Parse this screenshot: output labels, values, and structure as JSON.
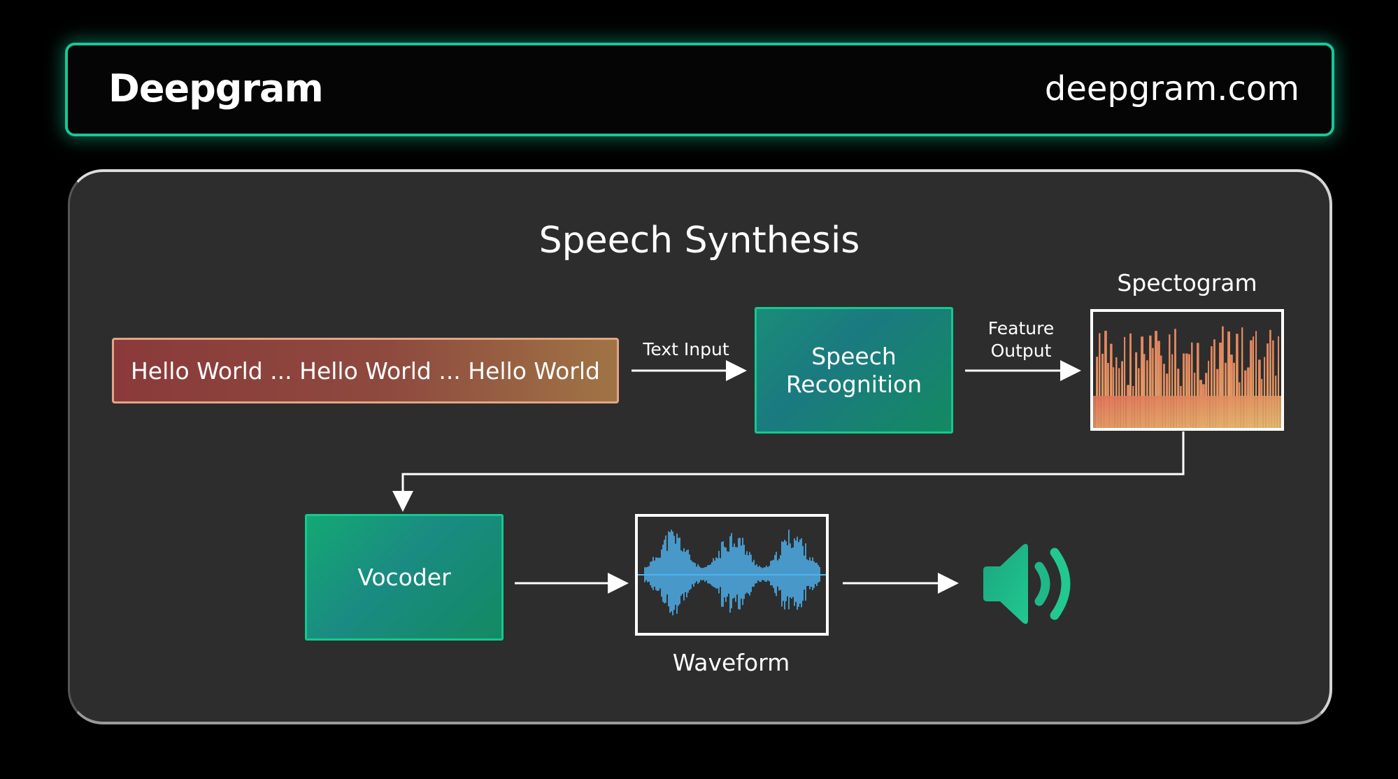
{
  "header": {
    "brand": "Deepgram",
    "site": "deepgram.com"
  },
  "diagram": {
    "title": "Speech Synthesis",
    "input_text": "Hello World ... Hello World ... Hello World",
    "text_input_label": "Text Input",
    "speech_recognition_label": [
      "Speech",
      "Recognition"
    ],
    "feature_output_label": [
      "Feature",
      "Output"
    ],
    "spectogram_label": "Spectogram",
    "vocoder_label": "Vocoder",
    "waveform_label": "Waveform"
  },
  "icons": {
    "output": "speaker-icon"
  },
  "colors": {
    "accent": "#16c79a",
    "input_gradient": [
      "#8a3a3a",
      "#a07445"
    ],
    "block_gradient": [
      "#1a8c78",
      "#138a62"
    ],
    "spectrogram_gradient": [
      "#e4745a",
      "#e5b56e"
    ],
    "waveform": "#4fb3f0"
  }
}
